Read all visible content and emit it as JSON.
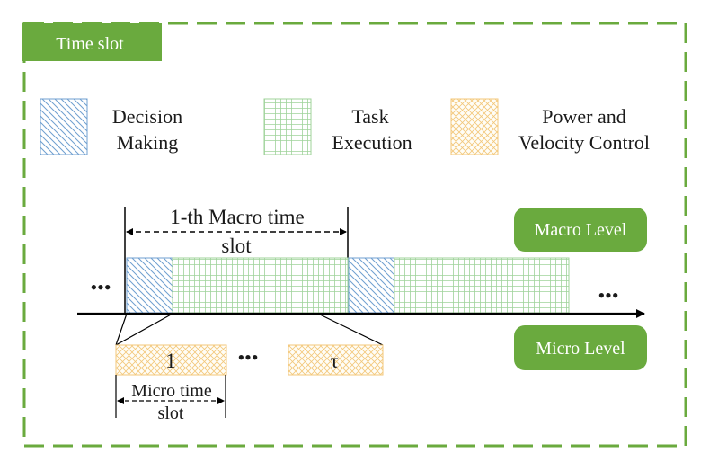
{
  "frame": {
    "title": "Time slot",
    "accent_color": "#6aaa3e"
  },
  "legend": {
    "decision": {
      "line1": "Decision",
      "line2": "Making",
      "pattern": "diagonal-hatch",
      "color": "#6f9fd0"
    },
    "task": {
      "line1": "Task",
      "line2": "Execution",
      "pattern": "grid",
      "color": "#9fd39a"
    },
    "power": {
      "line1": "Power and",
      "line2": "Velocity Control",
      "pattern": "crosshatch",
      "color": "#f3c77a"
    }
  },
  "timeline": {
    "macro_slot_label_line1": "1-th Macro time",
    "macro_slot_label_line2": "slot",
    "ellipsis_left": "•••",
    "ellipsis_right": "•••",
    "ellipsis_micro": "•••"
  },
  "micro": {
    "first_label": "1",
    "last_label": "τ",
    "slot_label_line1": "Micro time",
    "slot_label_line2": "slot"
  },
  "levels": {
    "macro": "Macro Level",
    "micro": "Micro Level"
  }
}
